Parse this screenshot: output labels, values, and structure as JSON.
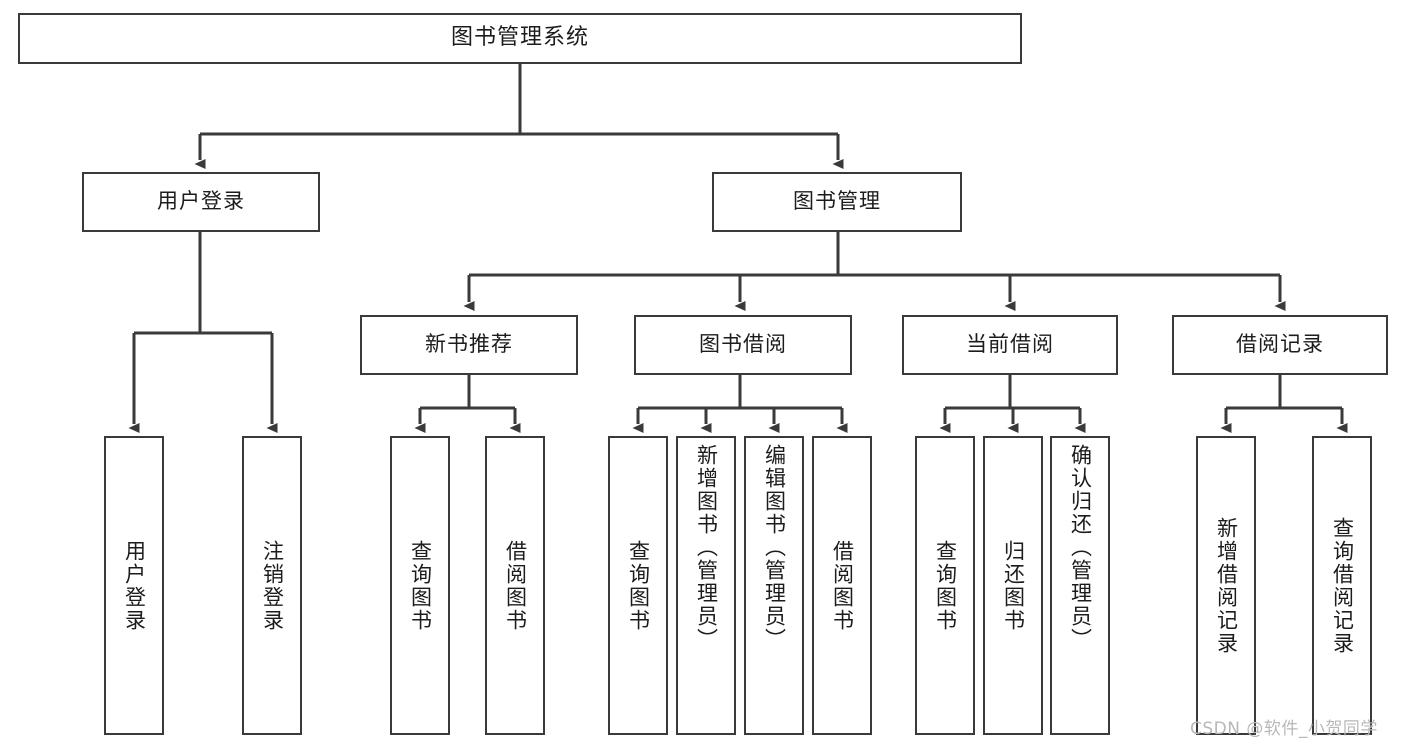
{
  "diagram": {
    "title": "图书管理系统",
    "type": "tree-hierarchy-diagram",
    "watermark": "CSDN @软件_小贺同学",
    "colors": {
      "background": "#ffffff",
      "box_border": "#3a3a3a",
      "connector": "#3a3a3a",
      "text": "#1c1c1c",
      "watermark": "#b8b8b8"
    },
    "root": {
      "label": "图书管理系统"
    },
    "level2": [
      {
        "id": "user-login",
        "label": "用户登录"
      },
      {
        "id": "book-manage",
        "label": "图书管理"
      }
    ],
    "level3": [
      {
        "id": "new-book-recommend",
        "label": "新书推荐"
      },
      {
        "id": "book-borrow",
        "label": "图书借阅"
      },
      {
        "id": "current-borrow",
        "label": "当前借阅"
      },
      {
        "id": "borrow-record",
        "label": "借阅记录"
      }
    ],
    "leaves": {
      "user_login": [
        {
          "id": "leaf-user-login",
          "label": "用户登录"
        },
        {
          "id": "leaf-logout",
          "label": "注销登录"
        }
      ],
      "new_book_recommend": [
        {
          "id": "leaf-query-book-1",
          "label": "查询图书"
        },
        {
          "id": "leaf-borrow-book-1",
          "label": "借阅图书"
        }
      ],
      "book_borrow": [
        {
          "id": "leaf-query-book-2",
          "label": "查询图书"
        },
        {
          "id": "leaf-add-book",
          "label": "新增图书（管理员）"
        },
        {
          "id": "leaf-edit-book",
          "label": "编辑图书（管理员）"
        },
        {
          "id": "leaf-borrow-book-2",
          "label": "借阅图书"
        }
      ],
      "current_borrow": [
        {
          "id": "leaf-query-book-3",
          "label": "查询图书"
        },
        {
          "id": "leaf-return-book",
          "label": "归还图书"
        },
        {
          "id": "leaf-confirm-return",
          "label": "确认归还（管理员）"
        }
      ],
      "borrow_record": [
        {
          "id": "leaf-add-record",
          "label": "新增借阅记录"
        },
        {
          "id": "leaf-query-record",
          "label": "查询借阅记录"
        }
      ]
    }
  }
}
